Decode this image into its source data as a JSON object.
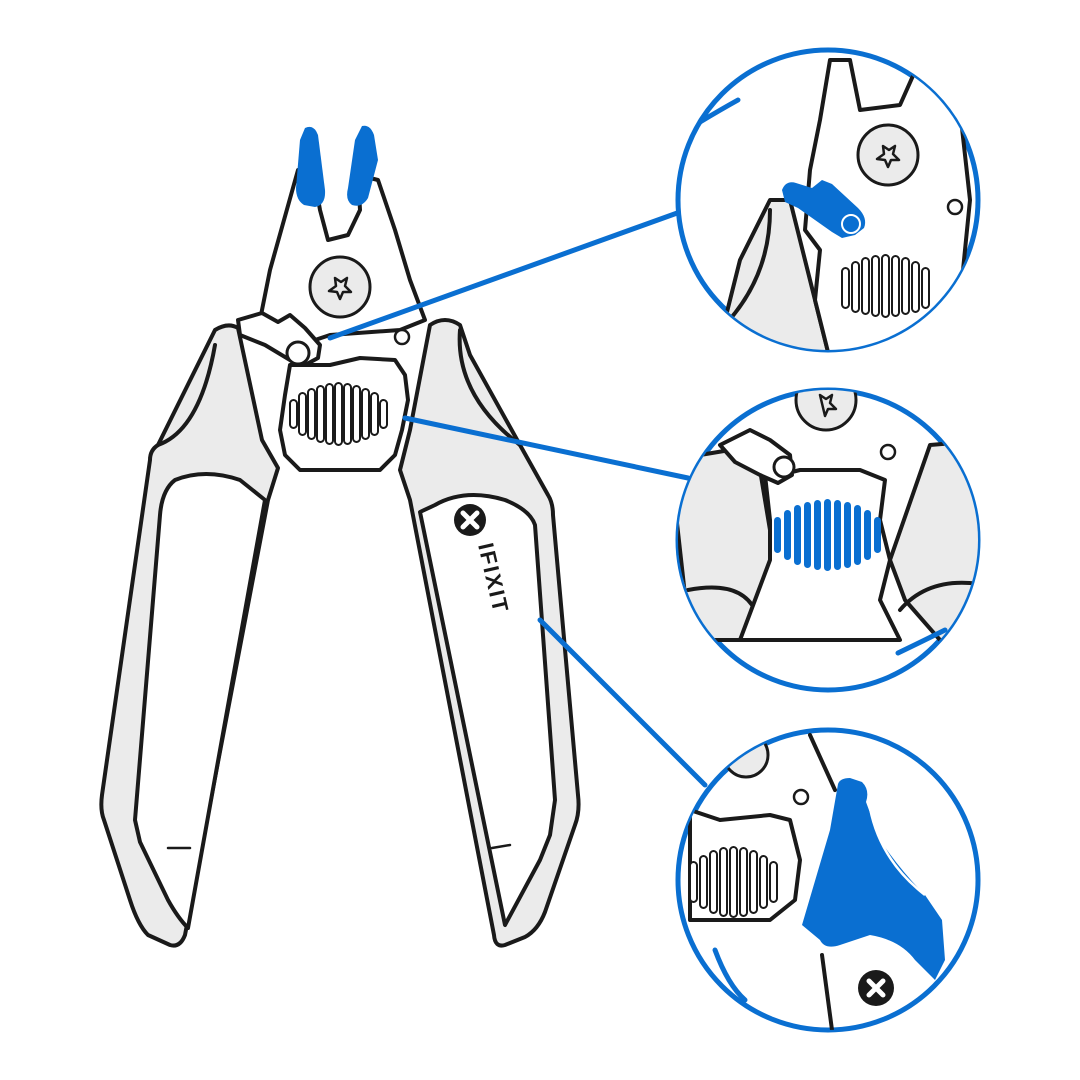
{
  "diagram": {
    "subject": "Pliers illustration with three detail callouts",
    "brand": {
      "text": "IFIXIT",
      "logo": "ifixit-cross-logo"
    },
    "colors": {
      "accent": "#0a6fd1",
      "outline": "#1a1a1a",
      "fill_grey": "#ebebeb",
      "background": "#ffffff"
    },
    "parts": {
      "jaw_tips": "jaw-tips (highlighted blue)",
      "pivot_screw": "pivot-screw-icon",
      "latch": "locking-latch",
      "spring": "ribbed-spring",
      "handles": "handle-grips"
    },
    "callouts": [
      {
        "id": "latch",
        "target": "locking latch",
        "highlight": "latch in blue"
      },
      {
        "id": "spring",
        "target": "ribbed spring",
        "highlight": "spring ribs in blue"
      },
      {
        "id": "grip",
        "target": "handle grip",
        "highlight": "grip overmold in blue"
      }
    ]
  }
}
